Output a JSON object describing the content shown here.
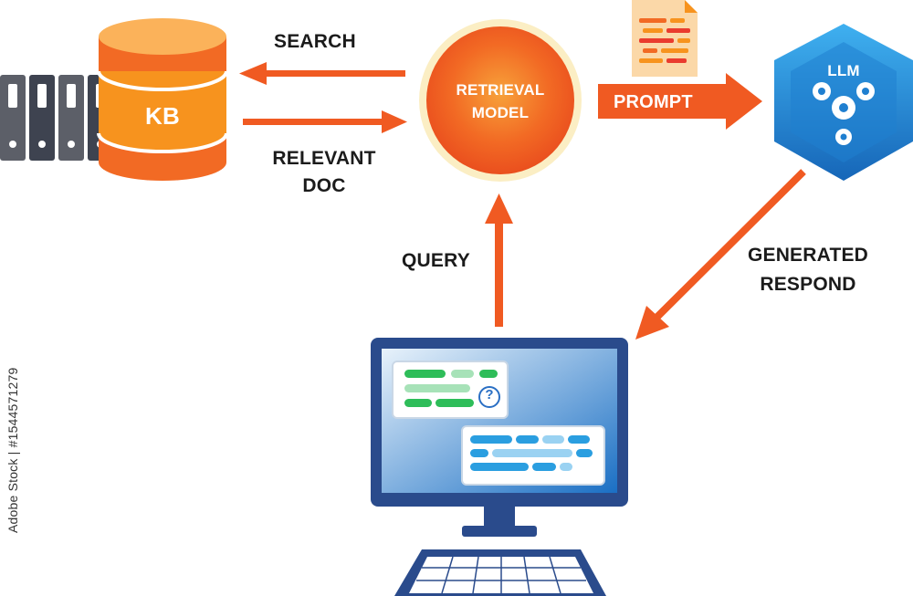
{
  "kb": {
    "label": "KB"
  },
  "retrieval": {
    "line1": "RETRIEVAL",
    "line2": "MODEL"
  },
  "llm": {
    "label": "LLM"
  },
  "arrows": {
    "search": "SEARCH",
    "relevant_line1": "RELEVANT",
    "relevant_line2": "DOC",
    "prompt": "PROMPT",
    "query": "QUERY",
    "generated_line1": "GENERATED",
    "generated_line2": "RESPOND"
  },
  "watermark": {
    "stock_id": "Adobe Stock | #1544571279"
  },
  "colors": {
    "orange": "#f05a22",
    "orange_light": "#f7931e",
    "binder": "#4a4d57",
    "llm_blue": "#1e88d6",
    "monitor_frame": "#2a4b8c",
    "green": "#2ebd59",
    "light_blue": "#2a9ee0"
  },
  "icons": [
    "binders-icon",
    "database-icon",
    "document-icon",
    "gears-icon",
    "monitor-icon",
    "keyboard-icon",
    "question-mark-icon"
  ]
}
